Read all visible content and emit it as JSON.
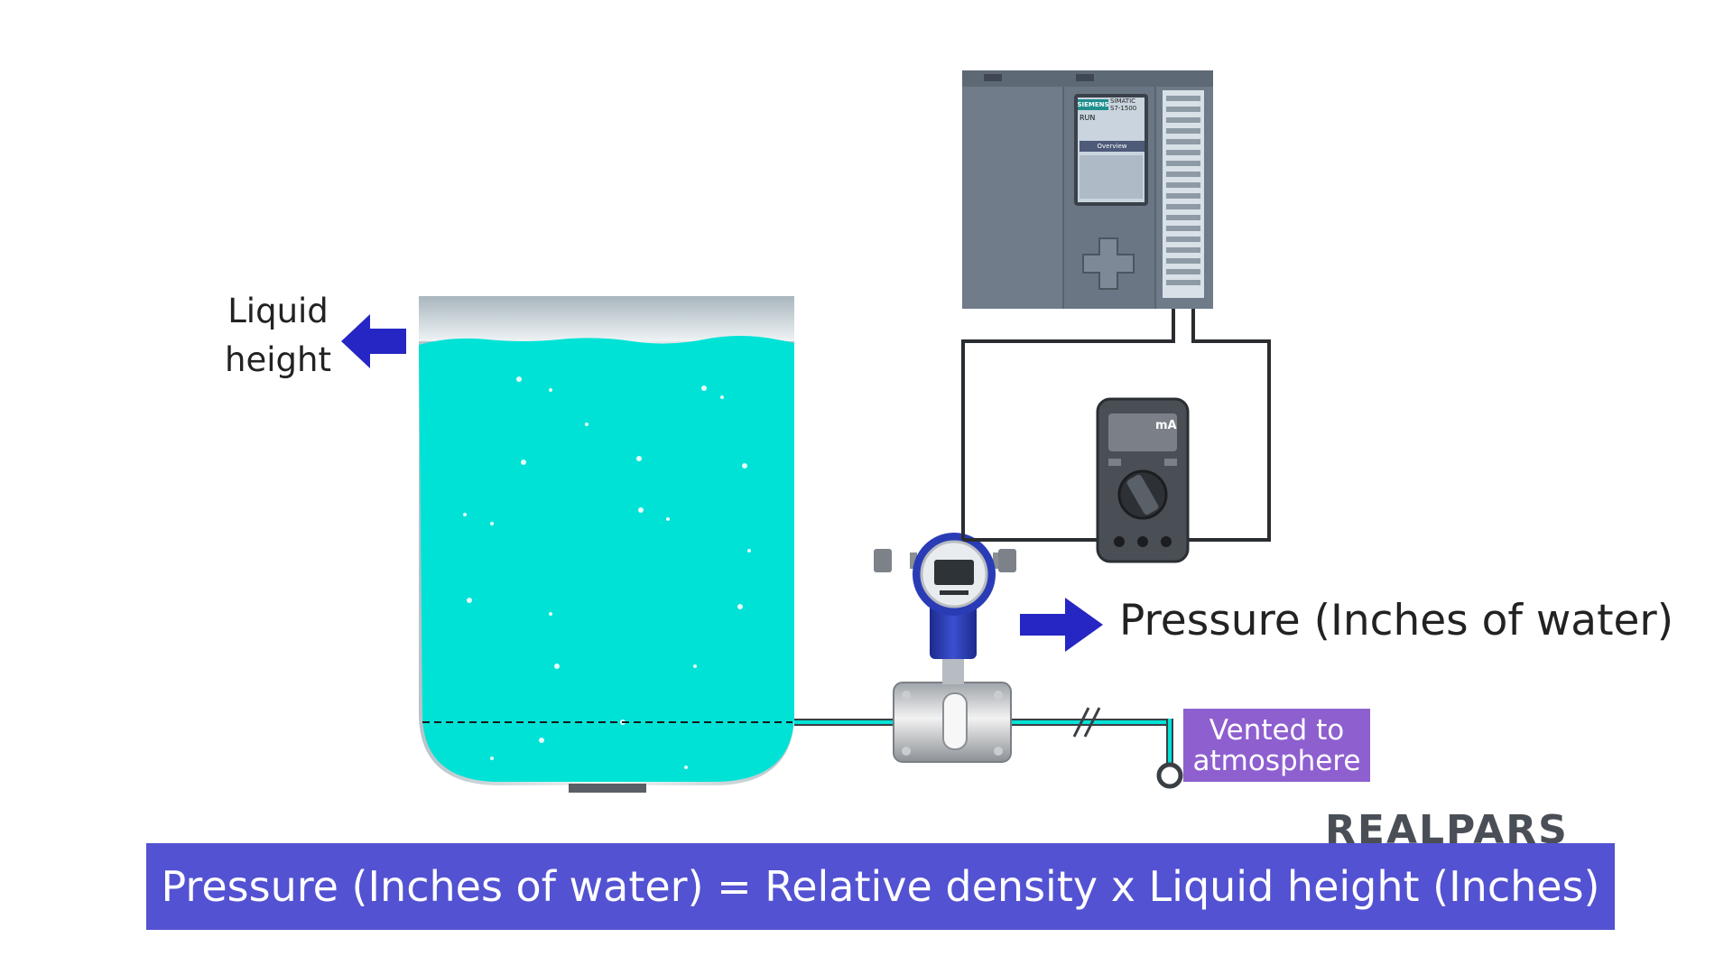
{
  "labels": {
    "liquid_height_line1": "Liquid",
    "liquid_height_line2": "height",
    "pressure": "Pressure (Inches of water)",
    "vented_line1": "Vented to",
    "vented_line2": "atmosphere"
  },
  "formula": "Pressure (Inches of water) = Relative density x Liquid height (Inches)",
  "logo": "REALPARS",
  "plc": {
    "brand": "SIEMENS",
    "model_line1": "SIMATIC",
    "model_line2": "S7-1500",
    "status": "RUN",
    "screen_title": "Overview"
  },
  "meter": {
    "unit": "mA"
  },
  "colors": {
    "liquid": "#00e2d6",
    "arrow": "#2626c4",
    "formula_bg": "#5352d2",
    "vented_bg": "#8e5fcf",
    "plc_body": "#6e7a88",
    "transmitter": "#2a3cb5"
  },
  "icons": [
    "left-arrow-icon",
    "right-arrow-icon",
    "tank",
    "pressure-transmitter",
    "plc-controller",
    "multimeter",
    "vent-port"
  ]
}
